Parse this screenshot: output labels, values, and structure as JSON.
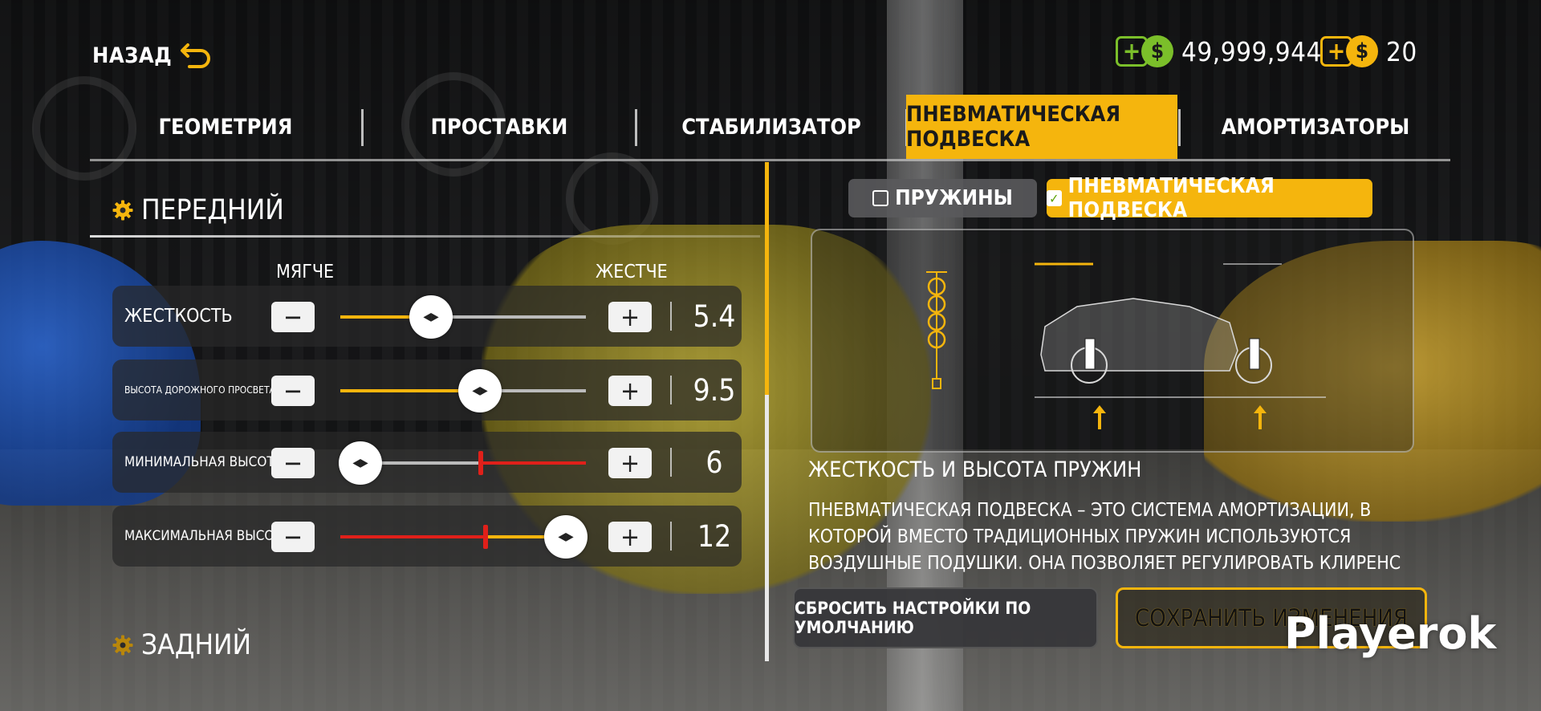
{
  "header": {
    "back_label": "НАЗАД",
    "currency": [
      {
        "value": "49,999,944",
        "plus": "+",
        "coin_symbol": "$",
        "accent": "#7bbf2a"
      },
      {
        "value": "20",
        "plus": "+",
        "coin_symbol": "$",
        "accent": "#f5b50d"
      }
    ]
  },
  "tabs": [
    {
      "label": "ГЕОМЕТРИЯ",
      "active": false
    },
    {
      "label": "ПРОСТАВКИ",
      "active": false
    },
    {
      "label": "СТАБИЛИЗАТОР",
      "active": false
    },
    {
      "label": "ПНЕВМАТИЧЕСКАЯ ПОДВЕСКА",
      "active": true
    },
    {
      "label": "АМОРТИЗАТОРЫ",
      "active": false
    }
  ],
  "front": {
    "title": "ПЕРЕДНИЙ",
    "softer_label": "МЯГЧЕ",
    "harder_label": "ЖЕСТЧЕ",
    "sliders": [
      {
        "label": "ЖЕСТКОСТЬ",
        "value": "5.4",
        "position": 0.37
      },
      {
        "label": "ВЫСОТА ДОРОЖНОГО ПРОСВЕТА, ДЮЙМ",
        "value": "9.5",
        "position": 0.57
      },
      {
        "label": "МИНИМАЛЬНАЯ ВЫСОТА",
        "value": "6",
        "position": 0.08,
        "limit_marker": 0.57
      },
      {
        "label": "МАКСИМАЛЬНАЯ ВЫСОТА",
        "value": "12",
        "position": 0.91,
        "limit_marker": 0.59
      }
    ],
    "minus_symbol": "−",
    "plus_symbol": "+"
  },
  "rear": {
    "title": "ЗАДНИЙ"
  },
  "scroll_position": 0.0,
  "modes": {
    "springs_label": "ПРУЖИНЫ",
    "springs_checked": false,
    "air_label": "ПНЕВМАТИЧЕСКАЯ ПОДВЕСКА",
    "air_checked": true,
    "check_mark": "✓"
  },
  "info": {
    "title": "ЖЕСТКОСТЬ И ВЫСОТА ПРУЖИН",
    "text": "ПНЕВМАТИЧЕСКАЯ ПОДВЕСКА – ЭТО СИСТЕМА АМОРТИЗАЦИИ, В КОТОРОЙ ВМЕСТО ТРАДИЦИОННЫХ ПРУЖИН ИСПОЛЬЗУЮТСЯ ВОЗДУШНЫЕ ПОДУШКИ. ОНА ПОЗВОЛЯЕТ РЕГУЛИРОВАТЬ КЛИРЕНС АВТОМОБИЛЯ И ОБЕСПЕЧИВАЕТ БОЛЕЕ КОМФОРТНУЮ ЕЗДУ"
  },
  "actions": {
    "reset_label": "СБРОСИТЬ НАСТРОЙКИ ПО УМОЛЧАНИЮ",
    "save_label": "СОХРАНИТЬ ИЗМЕНЕНИЯ"
  },
  "watermark": "Playerok",
  "colors": {
    "accent": "#f5b50d",
    "limit_red": "#e0201a",
    "money_green": "#7bbf2a"
  }
}
